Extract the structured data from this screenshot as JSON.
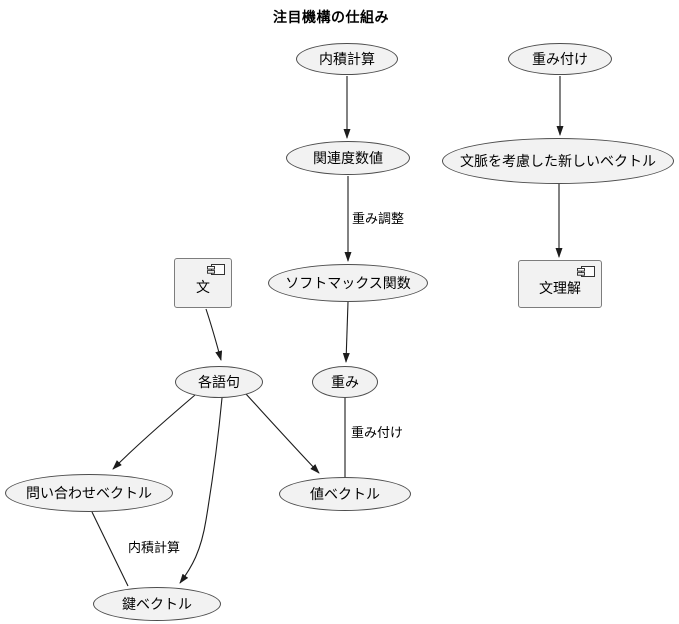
{
  "title": "注目機構の仕組み",
  "diagram": {
    "nodes": {
      "inner_product_calc": "内積計算",
      "weighting_source": "重み付け",
      "relevance_score": "関連度数値",
      "context_vector": "文脈を考慮した新しいベクトル",
      "softmax": "ソフトマックス関数",
      "sentence": "文",
      "sentence_understanding": "文理解",
      "each_phrase": "各語句",
      "weights": "重み",
      "query_vector": "問い合わせベクトル",
      "value_vector": "値ベクトル",
      "key_vector": "鍵ベクトル"
    },
    "edges": [
      {
        "from": "内積計算",
        "to": "関連度数値",
        "label": "",
        "directed": true
      },
      {
        "from": "関連度数値",
        "to": "ソフトマックス関数",
        "label": "重み調整",
        "directed": true
      },
      {
        "from": "ソフトマックス関数",
        "to": "重み",
        "label": "",
        "directed": true
      },
      {
        "from": "重み",
        "to": "値ベクトル",
        "label": "重み付け",
        "directed": false
      },
      {
        "from": "重み付け",
        "to": "文脈を考慮した新しいベクトル",
        "label": "",
        "directed": true
      },
      {
        "from": "文脈を考慮した新しいベクトル",
        "to": "文理解",
        "label": "",
        "directed": true
      },
      {
        "from": "文",
        "to": "各語句",
        "label": "",
        "directed": true
      },
      {
        "from": "各語句",
        "to": "問い合わせベクトル",
        "label": "",
        "directed": true
      },
      {
        "from": "各語句",
        "to": "値ベクトル",
        "label": "",
        "directed": true
      },
      {
        "from": "各語句",
        "to": "鍵ベクトル",
        "label": "",
        "directed": true
      },
      {
        "from": "問い合わせベクトル",
        "to": "鍵ベクトル",
        "label": "内積計算",
        "directed": false
      }
    ],
    "icons": {
      "sentence_icon": "component-icon",
      "sentence_understanding_icon": "component-icon"
    },
    "colors": {
      "node_fill": "#f2f2f2",
      "node_stroke": "#4d4d4d",
      "edge": "#1c1c1c",
      "text": "#000000",
      "background": "#ffffff"
    }
  }
}
